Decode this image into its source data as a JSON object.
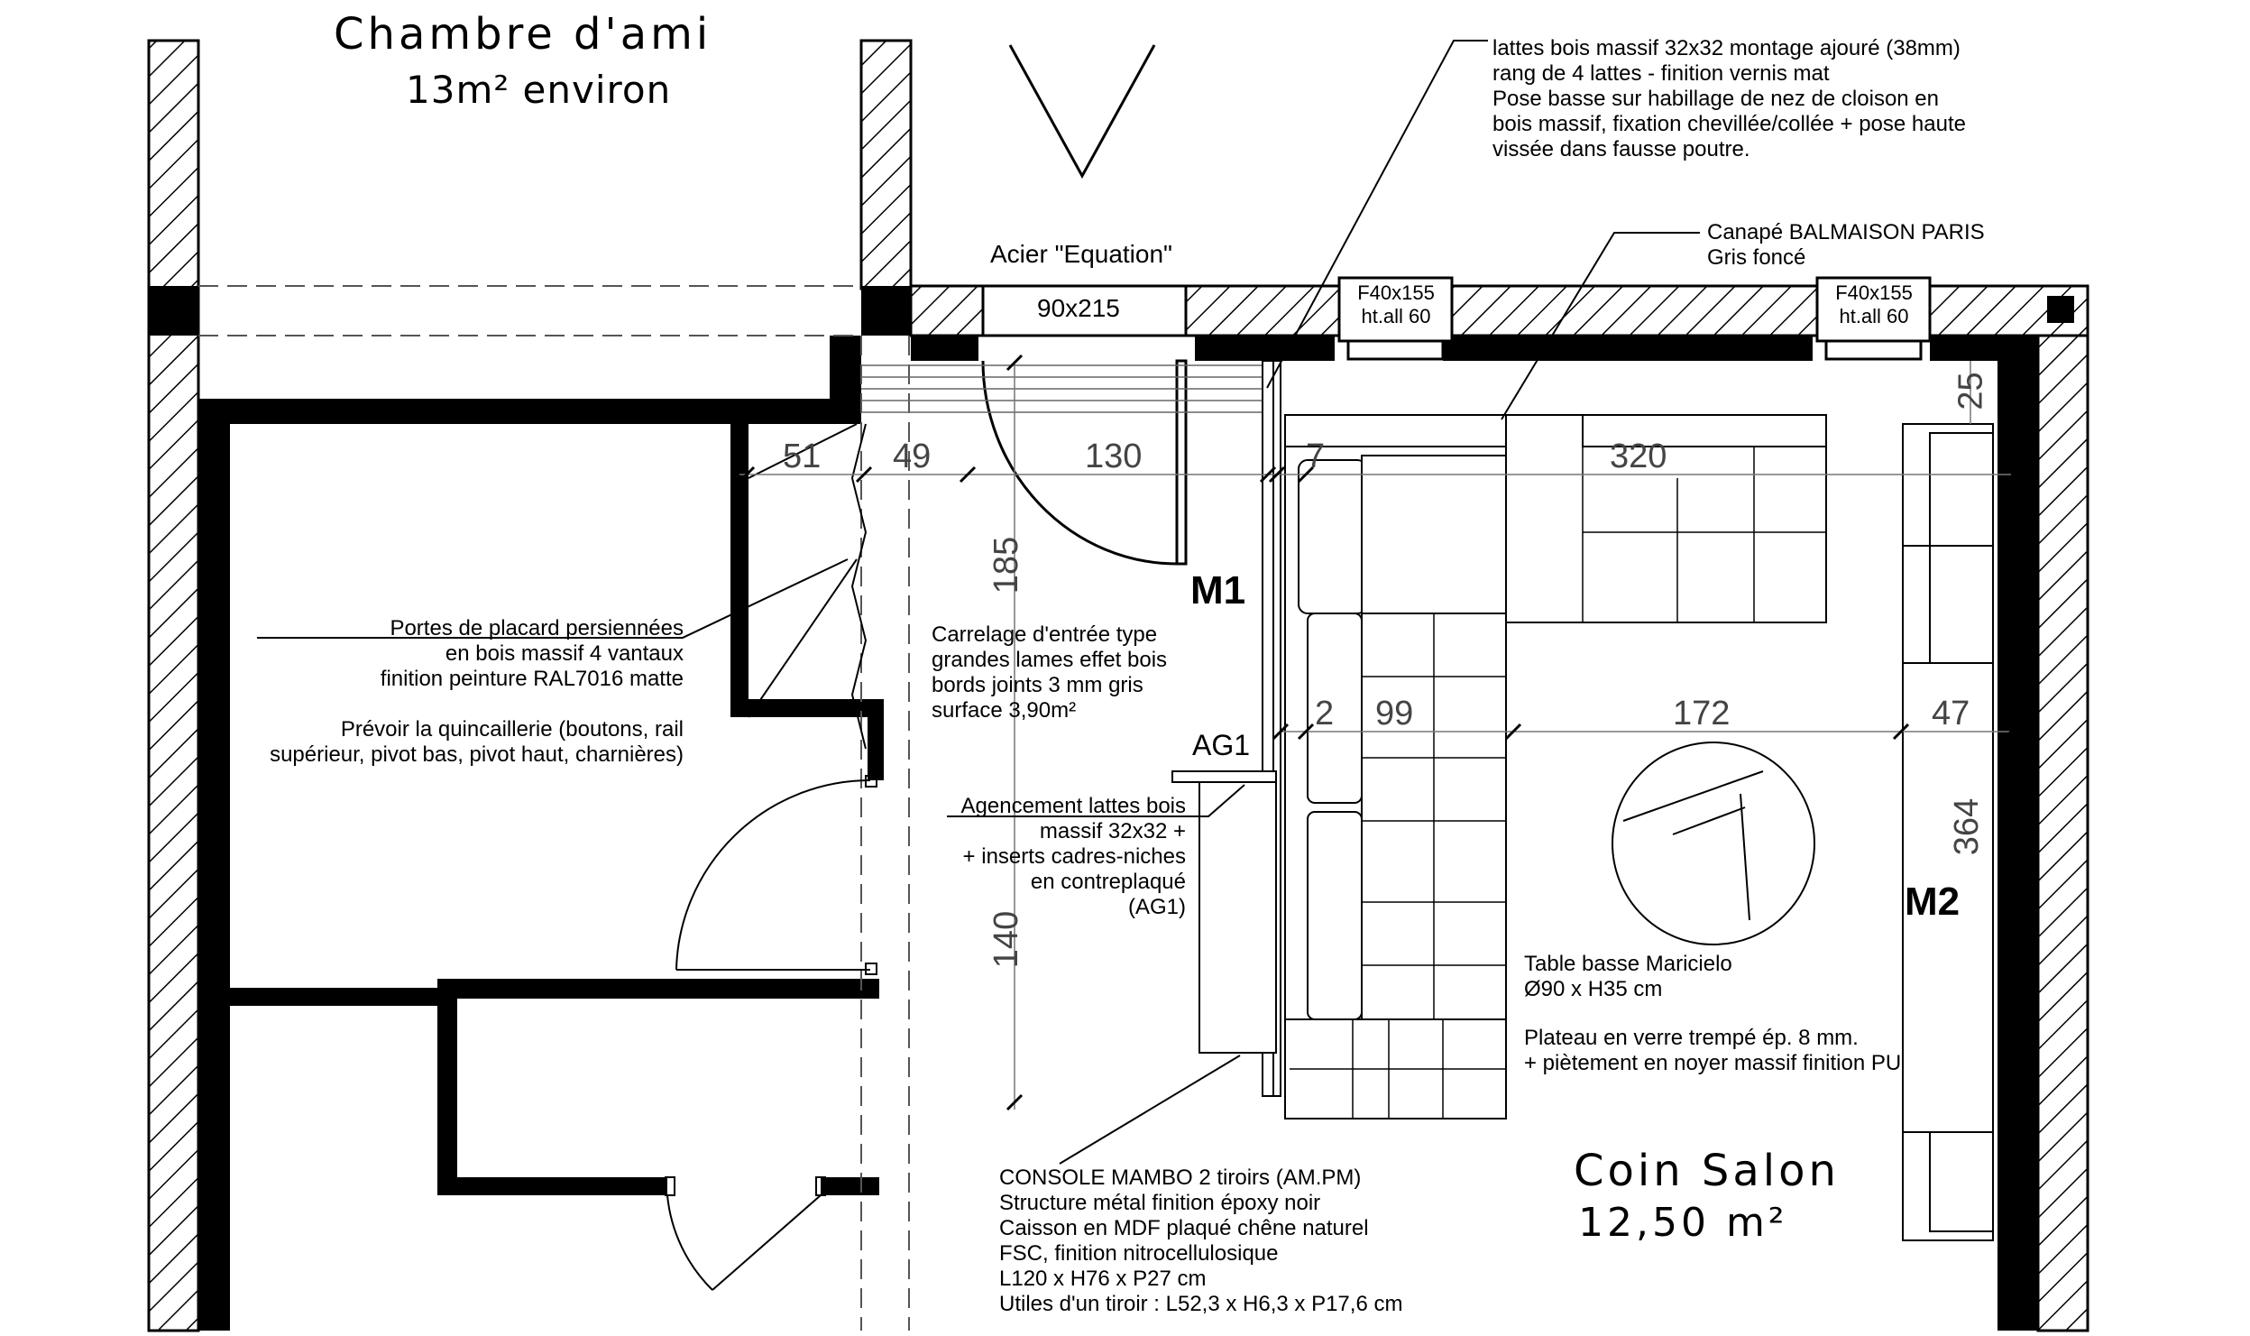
{
  "rooms": {
    "top_room_name": "Chambre d'ami",
    "top_room_area": "13m² environ",
    "salon_name": "Coin Salon",
    "salon_area": "12,50 m²"
  },
  "labels": {
    "door_type": "Acier \"Equation\"",
    "door_size": "90x215",
    "window_1_line1": "F40x155",
    "window_1_line2": "ht.all 60",
    "window_2_line1": "F40x155",
    "window_2_line2": "ht.all 60",
    "m1": "M1",
    "m2": "M2",
    "ag1": "AG1"
  },
  "dimensions": {
    "d51": "51",
    "d49": "49",
    "d130": "130",
    "d7": "7",
    "d320": "320",
    "d25": "25",
    "d185": "185",
    "d2": "2",
    "d99": "99",
    "d172": "172",
    "d47": "47",
    "d364": "364",
    "d140": "140"
  },
  "notes": {
    "lattes": [
      "lattes bois massif 32x32 montage ajouré (38mm)",
      "rang de 4 lattes - finition vernis mat",
      "Pose basse sur habillage de nez de cloison en",
      "bois massif, fixation chevillée/collée + pose haute",
      "vissée dans fausse poutre."
    ],
    "canape": [
      "Canapé BALMAISON PARIS",
      "Gris foncé"
    ],
    "portes_placard": [
      "Portes de placard persiennées",
      "en bois massif 4 vantaux",
      "finition peinture RAL7016 matte"
    ],
    "quincaillerie": [
      "Prévoir la quincaillerie (boutons, rail",
      "supérieur, pivot bas, pivot haut, charnières)"
    ],
    "carrelage": [
      "Carrelage d'entrée type",
      "grandes lames effet bois",
      "bords joints 3 mm gris",
      "surface 3,90m²"
    ],
    "agencement": [
      "Agencement lattes bois",
      "massif 32x32 +",
      "+ inserts cadres-niches",
      "en contreplaqué",
      "(AG1)"
    ],
    "table": [
      "Table basse Maricielo",
      "Ø90 x H35 cm"
    ],
    "plateau": [
      "Plateau en verre trempé ép. 8 mm.",
      "+ piètement en noyer massif finition PU"
    ],
    "console": [
      "CONSOLE MAMBO 2 tiroirs (AM.PM)",
      "Structure métal finition époxy noir",
      "Caisson en MDF plaqué chêne naturel",
      "FSC, finition nitrocellulosique",
      "L120 x H76 x P27 cm",
      "Utiles d'un tiroir  : L52,3 x H6,3 x P17,6 cm"
    ]
  }
}
